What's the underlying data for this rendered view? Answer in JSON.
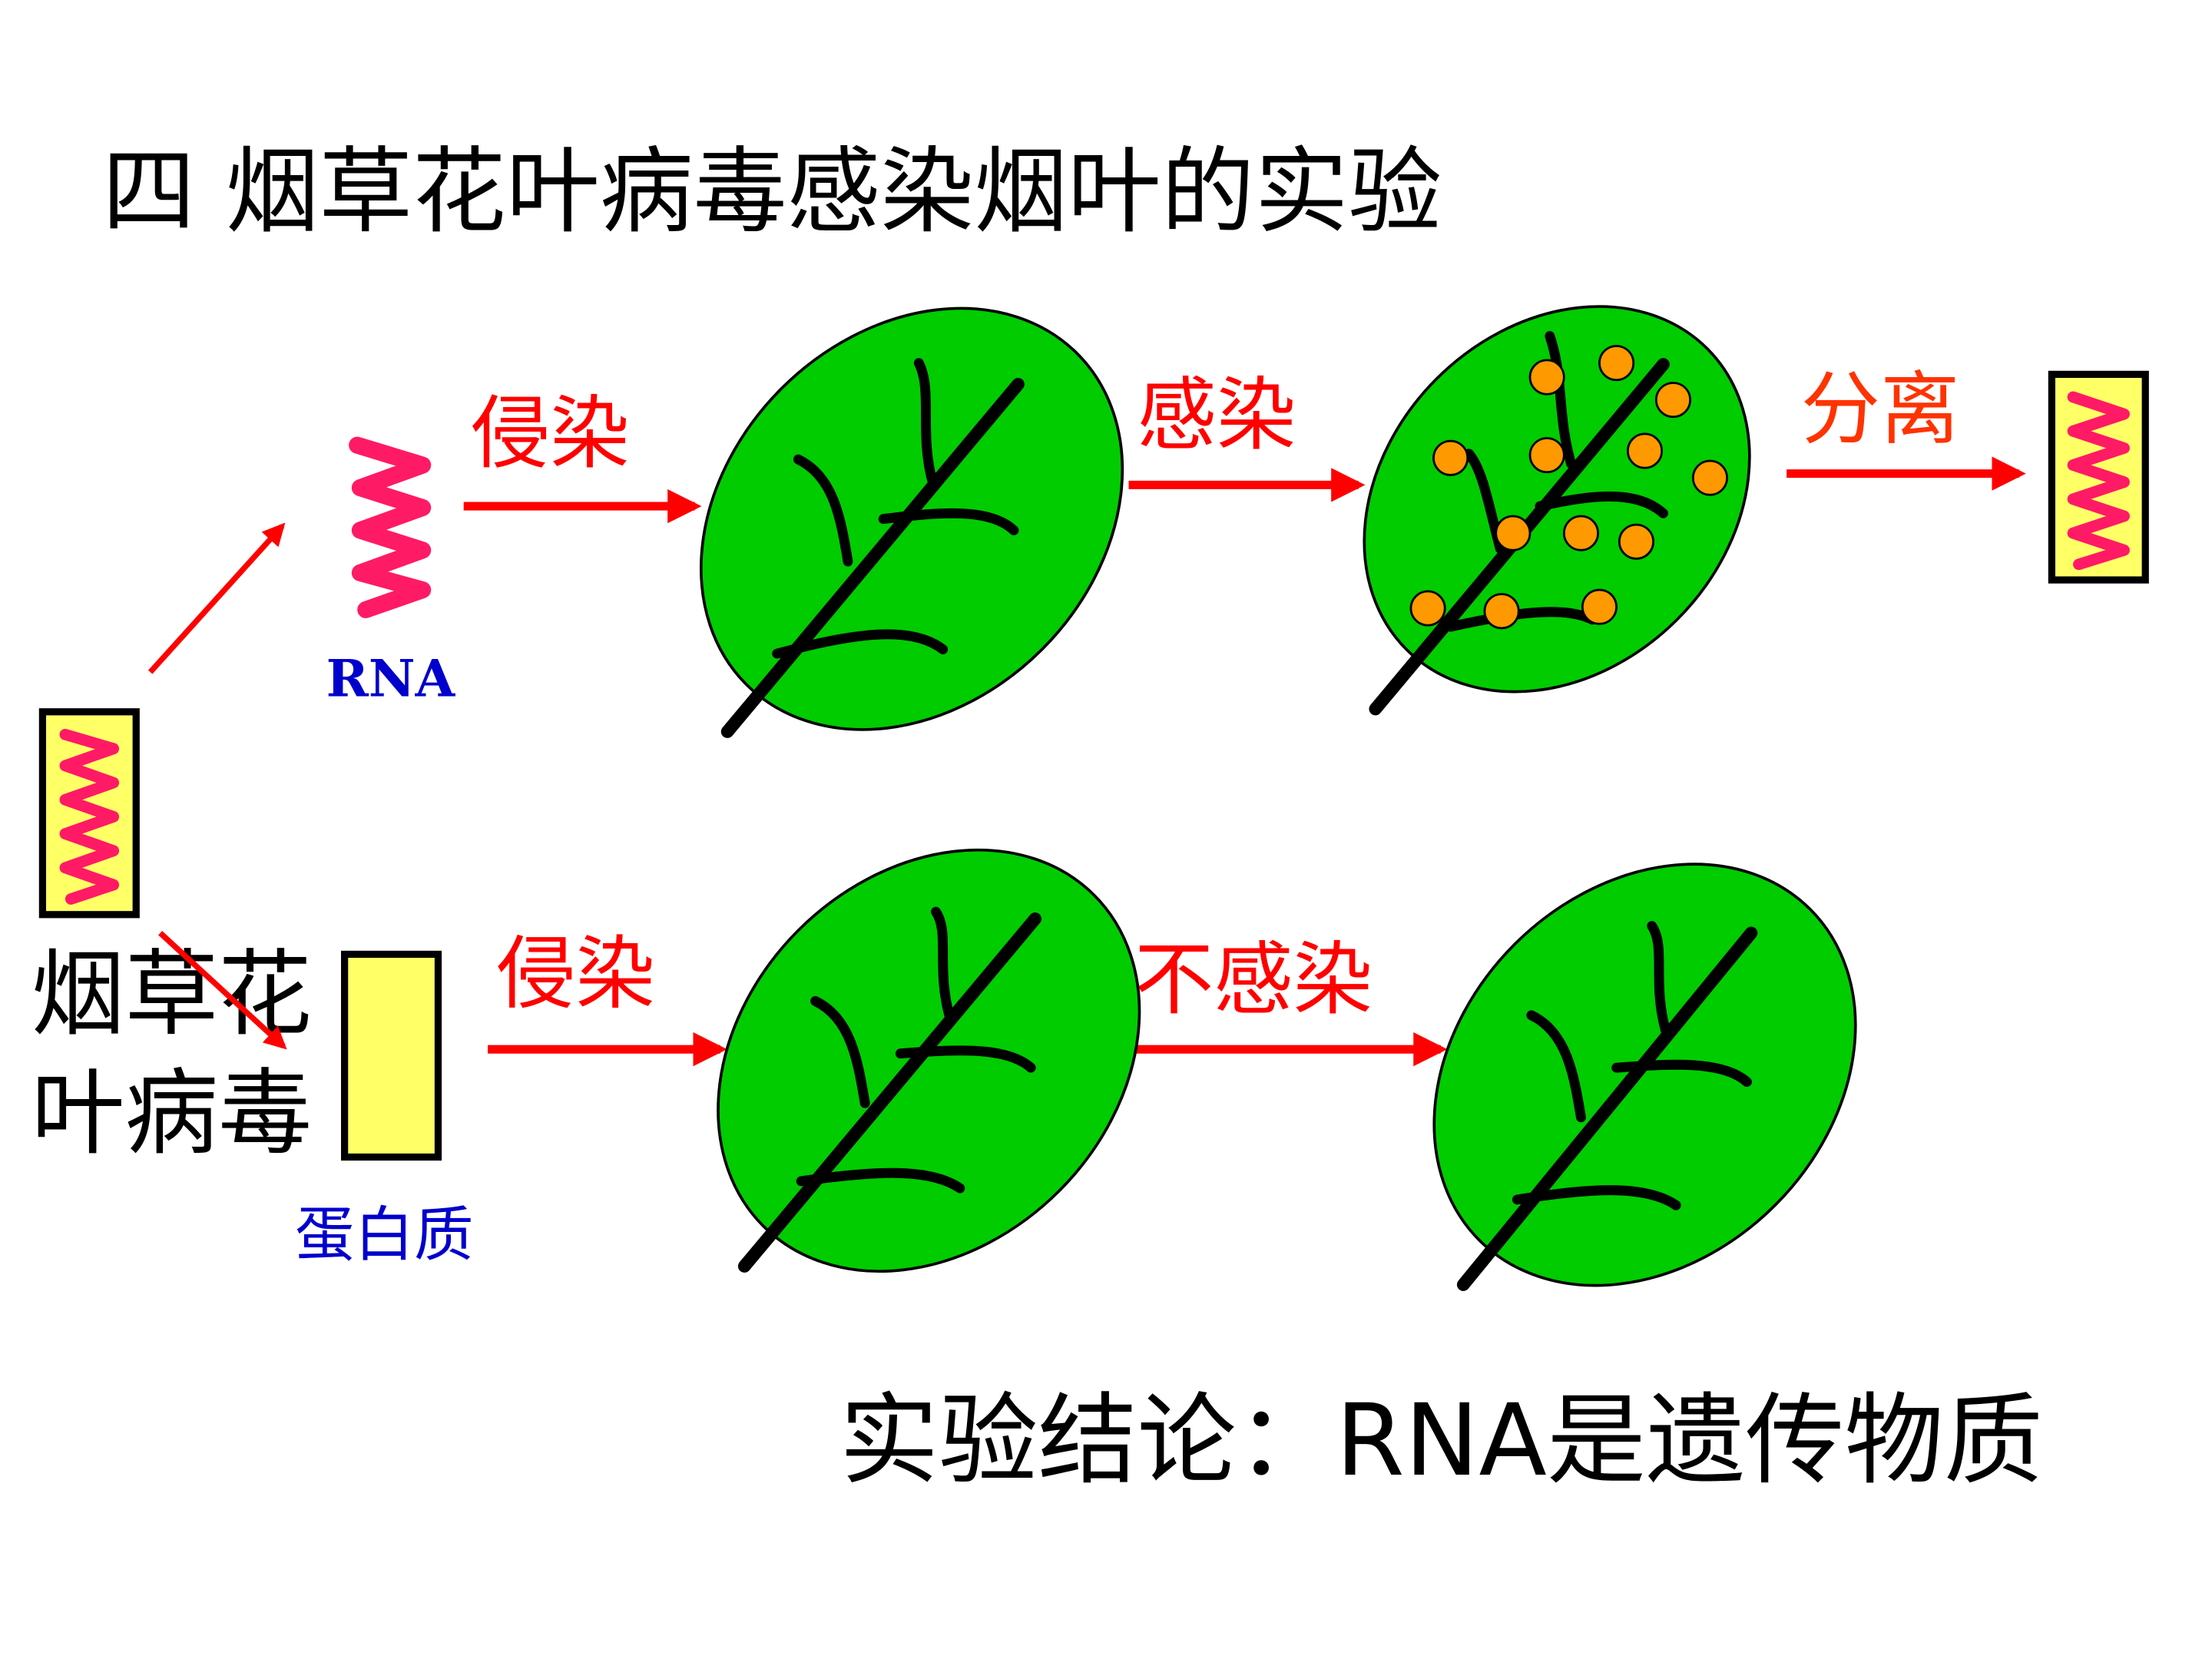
{
  "title": "四  烟草花叶病毒感染烟叶的实验",
  "virus_label": {
    "line1": "烟草花",
    "line2": "叶病毒"
  },
  "rna_label": "RNA",
  "protein_label": "蛋白质",
  "arrows": {
    "top_infect": "侵染",
    "top_infected": "感染",
    "top_isolate": "分离",
    "bottom_infect": "侵染",
    "bottom_not_infected": "不感染"
  },
  "conclusion": "实验结论：RNA是遗传物质",
  "colors": {
    "title_text": "#000000",
    "arrow_red": "#ff0000",
    "label_blue": "#0000cc",
    "rna_pink": "#ff1a66",
    "capsule_yellow": "#ffff66",
    "leaf_green": "#00cc00",
    "virus_spot_orange": "#ff9900"
  }
}
